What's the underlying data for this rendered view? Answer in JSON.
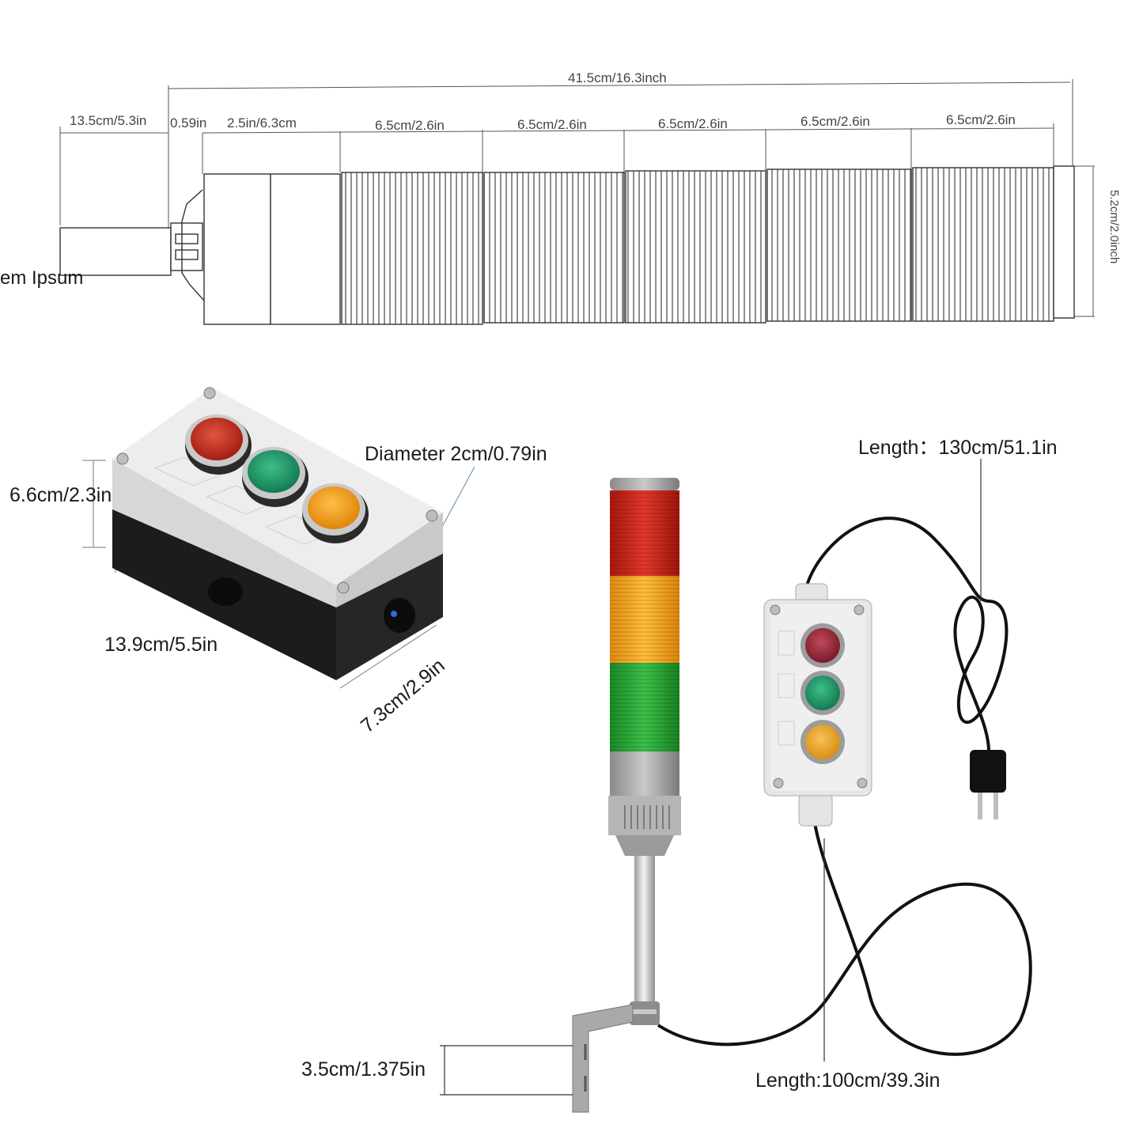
{
  "tower_drawing": {
    "total_length": "41.5cm/16.3inch",
    "pole_length": "13.5cm/5.3in",
    "connector_gap": "0.59in",
    "base_section": "2.5in/6.3cm",
    "section_lengths": [
      "6.5cm/2.6in",
      "6.5cm/2.6in",
      "6.5cm/2.6in",
      "6.5cm/2.6in",
      "6.5cm/2.6in"
    ],
    "diameter": "5.2cm/2.0inch",
    "partial_label": "em Ipsum"
  },
  "button_box": {
    "height": "6.6cm/2.3in",
    "length": "13.9cm/5.5in",
    "width": "7.3cm/2.9in",
    "button_diameter": "Diameter 2cm/0.79in",
    "button_colors": [
      "#c8301f",
      "#1f9a6a",
      "#f59a12"
    ]
  },
  "assembly": {
    "cable_long": "Length：130cm/51.1in",
    "cable_short": "Length:100cm/39.3in",
    "bracket": "3.5cm/1.375in",
    "light_colors": [
      "#d0261c",
      "#f5a21c",
      "#2fa83a"
    ]
  }
}
